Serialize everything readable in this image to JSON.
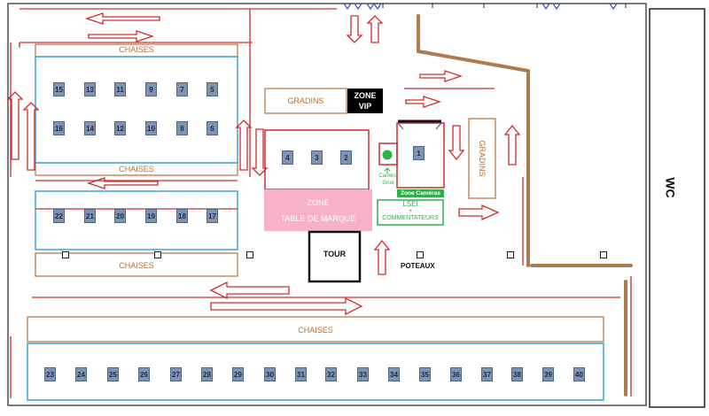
{
  "labels": {
    "chaises": "CHAISES",
    "gradins": "GRADINS",
    "zone_vip_line1": "ZONE",
    "zone_vip_line2": "VIP",
    "zone_table_line1": "ZONE",
    "zone_table_line2": "TABLE DE MARQUE",
    "tour": "TOUR",
    "poteaux": "POTEAUX",
    "camera_line1": "Caméra",
    "camera_line2": "Grue",
    "zone_cameras": "Zone Caméras",
    "lsei": "LSEI",
    "plus": "+",
    "commentateurs": "COMMENTATEURS",
    "wc": "WC"
  },
  "tables": {
    "top_row": [
      "15",
      "13",
      "11",
      "9",
      "7",
      "5"
    ],
    "second_row": [
      "16",
      "14",
      "12",
      "10",
      "8",
      "6"
    ],
    "third_row": [
      "22",
      "21",
      "20",
      "19",
      "18",
      "17"
    ],
    "center": [
      "4",
      "3",
      "2"
    ],
    "right": [
      "1"
    ],
    "bottom_row": [
      "23",
      "24",
      "25",
      "26",
      "27",
      "28",
      "29",
      "30",
      "31",
      "32",
      "33",
      "34",
      "35",
      "36",
      "37",
      "38",
      "39",
      "40"
    ]
  },
  "colors": {
    "arrow_red": "#d42a2a",
    "chaises_brown": "#b5703b",
    "wall_brown": "#b07a4f",
    "table_fill": "#7f93b3",
    "zone_blue": "#3aa4dc",
    "zone_pink": "#f7b2c9",
    "camera_green": "#2bb34a",
    "vip_black": "#000000"
  }
}
